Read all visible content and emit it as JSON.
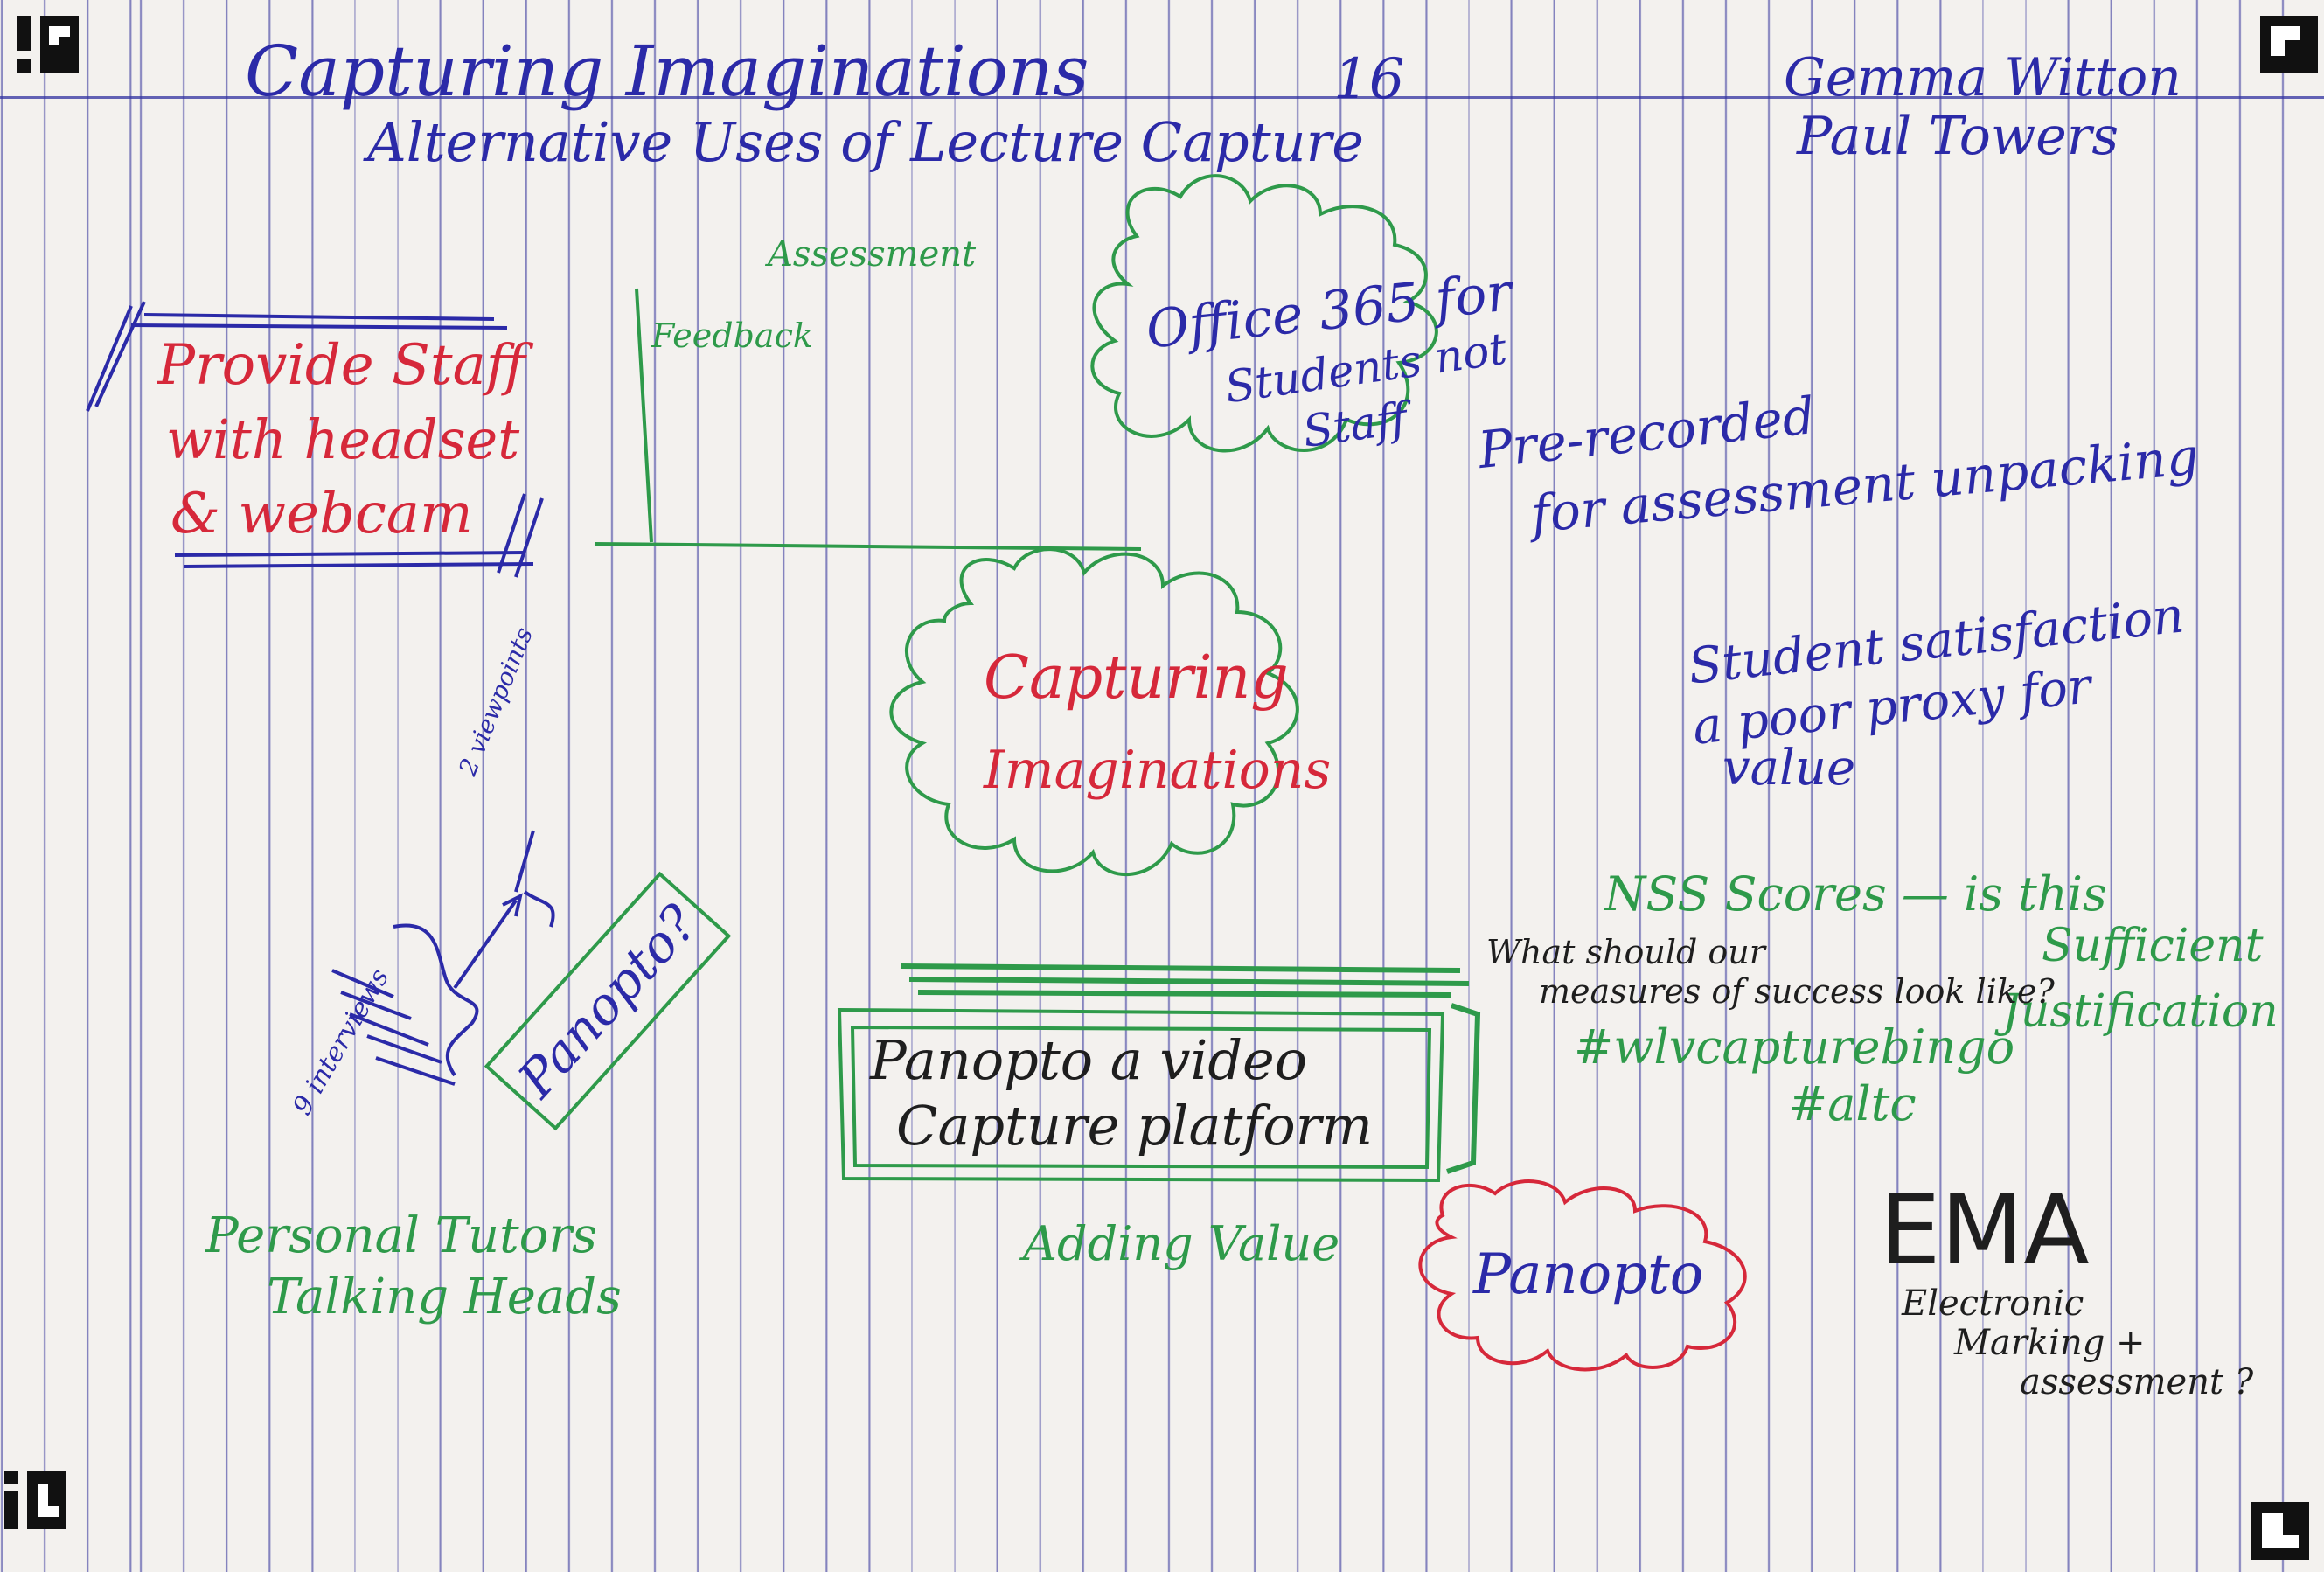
{
  "header": {
    "title": "Capturing Imaginations",
    "subtitle": "Alternative Uses of Lecture Capture",
    "number": "16",
    "author1": "Gemma Witton",
    "author2": "Paul Towers"
  },
  "notes": {
    "provide_staff_1": "Provide Staff",
    "provide_staff_2": "with headset",
    "provide_staff_3": "& webcam",
    "assessment": "Assessment",
    "feedback": "Feedback",
    "office365_1": "Office 365 for",
    "office365_2": "Students not",
    "office365_3": "Staff",
    "prerecorded_1": "Pre-recorded",
    "prerecorded_2": "for assessment unpacking",
    "center_1": "Capturing",
    "center_2": "Imaginations",
    "satisfaction_1": "Student satisfaction",
    "satisfaction_2": "a poor proxy for",
    "satisfaction_3": "value",
    "nss_1": "NSS Scores — is this",
    "nss_2": "Sufficient",
    "nss_3": "Justification",
    "measures_1": "What should our",
    "measures_2": "measures of success look like?",
    "hashtag1": "#wlvcapturebingo",
    "hashtag2": "#altc",
    "viewpoints": "2 viewpoints",
    "nine_interviews": "9 interviews",
    "panopto_q": "Panopto?",
    "panopto_box_1": "Panopto a video",
    "panopto_box_2": "Capture platform",
    "personal_1": "Personal Tutors",
    "personal_2": "Talking Heads",
    "adding_value": "Adding Value",
    "panopto_cloud": "Panopto",
    "ema": "EMA",
    "ema_1": "Electronic",
    "ema_2": "Marking +",
    "ema_3": "assessment ?"
  },
  "colors": {
    "blue": "#2b2aa8",
    "green": "#2e9a4a",
    "red": "#d6283a",
    "black": "#1e1e1e"
  }
}
